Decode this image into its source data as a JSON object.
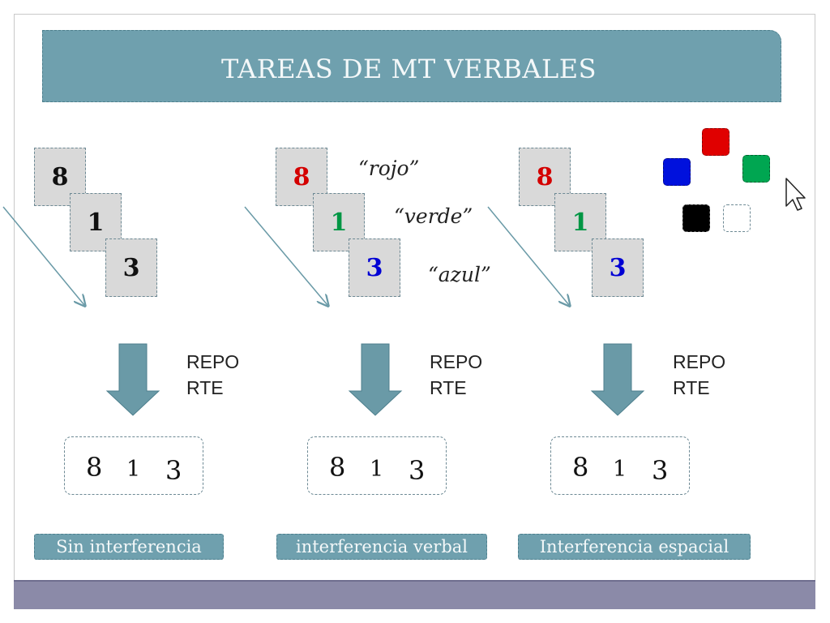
{
  "title": "TAREAS DE MT VERBALES",
  "colors": {
    "banner": "#6fa0ae",
    "red": "#d40000",
    "green": "#009644",
    "blue": "#0000d4",
    "black": "#000000",
    "arrow": "#6a9aa7",
    "footer": "#8b8aa8"
  },
  "conditions": [
    {
      "cards": [
        "8",
        "1",
        "3"
      ],
      "report": [
        "REPO",
        "RTE"
      ],
      "answer": [
        "8",
        "1",
        "3"
      ],
      "label": "Sin interferencia"
    },
    {
      "cards": [
        "8",
        "1",
        "3"
      ],
      "words": [
        "“rojo”",
        "“verde”",
        "“azul”"
      ],
      "report": [
        "REPO",
        "RTE"
      ],
      "answer": [
        "8",
        "1",
        "3"
      ],
      "label": "interferencia verbal"
    },
    {
      "cards": [
        "8",
        "1",
        "3"
      ],
      "squares": [
        "red",
        "green",
        "blue",
        "black",
        "white"
      ],
      "report": [
        "REPO",
        "RTE"
      ],
      "answer": [
        "8",
        "1",
        "3"
      ],
      "label": "Interferencia espacial"
    }
  ],
  "icons": {
    "cursor": "mouse-pointer-icon"
  }
}
